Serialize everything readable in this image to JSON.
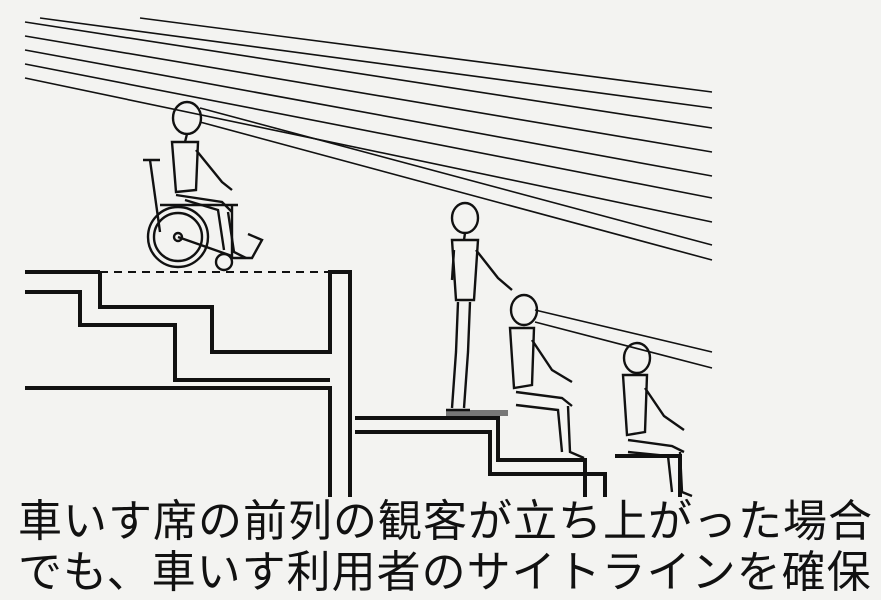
{
  "caption": {
    "line1": "車いす席の前列の観客が立ち上がった場合",
    "line2": "でも、車いす利用者のサイトラインを確保"
  },
  "colors": {
    "ink": "#111111",
    "background": "#f3f3f1"
  },
  "figures": {
    "wheelchair_user": "wheelchair-user-figure",
    "standing_spectator": "standing-spectator-figure",
    "seated_spectator_1": "seated-spectator-figure",
    "seated_spectator_2": "seated-spectator-figure"
  }
}
